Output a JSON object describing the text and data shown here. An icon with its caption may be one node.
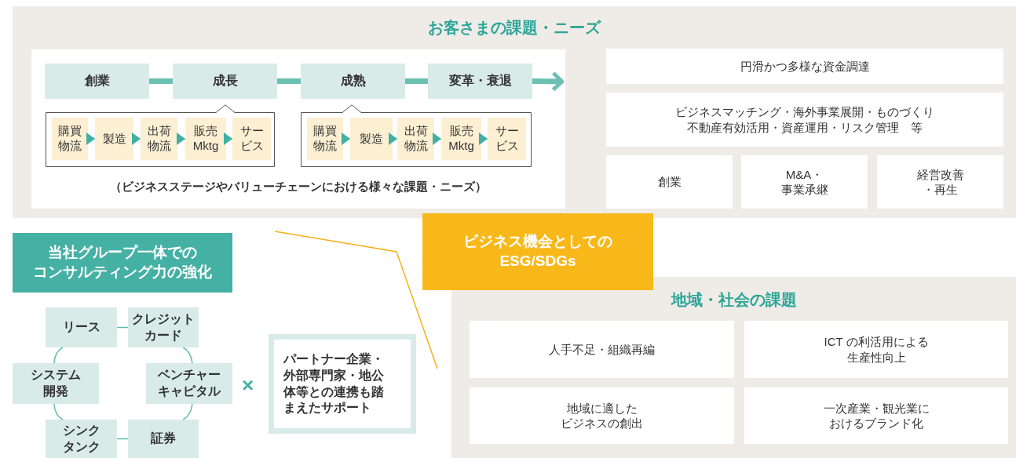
{
  "diagram": {
    "nodes": [
      {
        "text": [
          "お客さまの課題・ニーズ"
        ]
      },
      {
        "text": [
          "（ビジネスステージやバリューチェーンにおける様々な課題・ニーズ）"
        ],
        "in": 0
      },
      {
        "text": [
          "創業"
        ],
        "in": 1
      },
      {
        "text": [
          "成長"
        ],
        "in": 1
      },
      {
        "text": [
          "成熟"
        ],
        "in": 1
      },
      {
        "text": [
          "変革・衰退"
        ],
        "in": 1
      },
      {
        "text": [],
        "shape": "box",
        "in": 1
      },
      {
        "text": [
          "購買物流"
        ],
        "in": 6
      },
      {
        "text": [
          "製造"
        ],
        "in": 6
      },
      {
        "text": [
          "出荷物流"
        ],
        "in": 6
      },
      {
        "text": [
          "販売Mktg"
        ],
        "in": 6
      },
      {
        "text": [
          "サービス"
        ],
        "in": 6
      },
      {
        "text": [],
        "shape": "box",
        "in": 1
      },
      {
        "text": [
          "購買物流"
        ],
        "in": 12
      },
      {
        "text": [
          "製造"
        ],
        "in": 12
      },
      {
        "text": [
          "出荷物流"
        ],
        "in": 12
      },
      {
        "text": [
          "販売Mktg"
        ],
        "in": 12
      },
      {
        "text": [
          "サービス"
        ],
        "in": 12
      },
      {
        "text": [
          "円滑かつ多様な資金調達"
        ],
        "in": 0
      },
      {
        "text": [
          "ビジネスマッチング・海外事業展開・ものづくり不動産有効活用・資産運用・リスク管理　等"
        ],
        "in": 0
      },
      {
        "text": [
          "創業"
        ],
        "in": 0
      },
      {
        "text": [
          "M&A・事業承継"
        ],
        "in": 0
      },
      {
        "text": [
          "経営改善・再生"
        ],
        "in": 0
      },
      {
        "text": [
          "ビジネス機会としてのESG/SDGs"
        ]
      },
      {
        "text": [
          "地域・社会の課題"
        ]
      },
      {
        "text": [
          "人手不足・組織再編"
        ],
        "in": 24
      },
      {
        "text": [
          "ICT の利活用による生産性向上"
        ],
        "in": 24
      },
      {
        "text": [
          "地域に適したビジネスの創出"
        ],
        "in": 24
      },
      {
        "text": [
          "一次産業・観光業におけるブランド化"
        ],
        "in": 24
      },
      {
        "text": [
          "当社グループ一体でのコンサルティング力の強化"
        ]
      },
      {
        "text": [
          "リース"
        ]
      },
      {
        "text": [
          "クレジットカード"
        ]
      },
      {
        "text": [
          "システム開発"
        ]
      },
      {
        "text": [
          "ベンチャーキャピタル"
        ]
      },
      {
        "text": [
          "シンクタンク"
        ]
      },
      {
        "text": [
          "証券"
        ]
      },
      {
        "text": [
          "パートナー企業・外部専門家・地公体等との連携も踏まえたサポート"
        ]
      }
    ],
    "edges": [
      {
        "from": 2,
        "to": 3,
        "arrow": "none",
        "style": "thick"
      },
      {
        "from": 3,
        "to": 4,
        "arrow": "none",
        "style": "thick"
      },
      {
        "from": 4,
        "to": 5,
        "arrow": "none",
        "style": "thick"
      },
      {
        "from": 5,
        "to": null,
        "arrow": "to",
        "style": "thick"
      },
      {
        "from": 7,
        "to": 8,
        "arrow": "to"
      },
      {
        "from": 8,
        "to": 9,
        "arrow": "to"
      },
      {
        "from": 9,
        "to": 10,
        "arrow": "to"
      },
      {
        "from": 10,
        "to": 11,
        "arrow": "to"
      },
      {
        "from": 13,
        "to": 14,
        "arrow": "to"
      },
      {
        "from": 14,
        "to": 15,
        "arrow": "to"
      },
      {
        "from": 15,
        "to": 16,
        "arrow": "to"
      },
      {
        "from": 16,
        "to": 17,
        "arrow": "to"
      },
      {
        "from": 30,
        "to": 31,
        "arrow": "none"
      },
      {
        "from": 31,
        "to": 33,
        "arrow": "none"
      },
      {
        "from": 33,
        "to": 35,
        "arrow": "none"
      },
      {
        "from": 35,
        "to": 34,
        "arrow": "none"
      },
      {
        "from": 34,
        "to": 32,
        "arrow": "none"
      },
      {
        "from": 32,
        "to": 30,
        "arrow": "none"
      }
    ],
    "labels": [
      "×"
    ]
  }
}
